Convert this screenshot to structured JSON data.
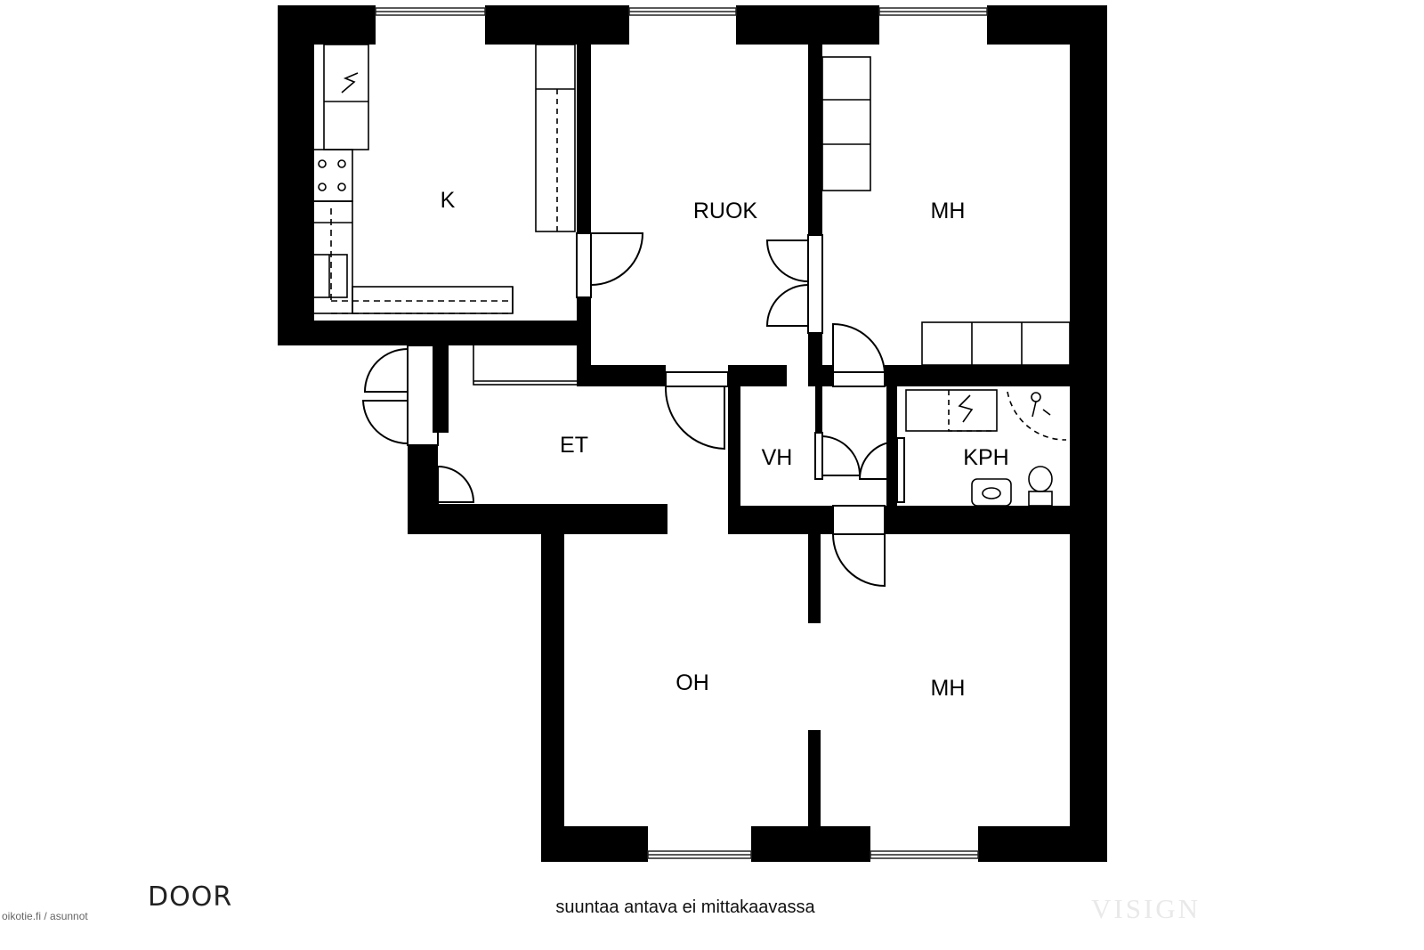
{
  "rooms": {
    "kitchen": "K",
    "dining": "RUOK",
    "bedroom_top": "MH",
    "hall": "ET",
    "walk_in": "VH",
    "bathroom": "KPH",
    "living": "OH",
    "bedroom_bottom": "MH"
  },
  "caption": "suuntaa antava ei mittakaavassa",
  "brand": "DOOR",
  "site_mark": "oikotie.fi / asunnot",
  "watermark": "VISIGN"
}
